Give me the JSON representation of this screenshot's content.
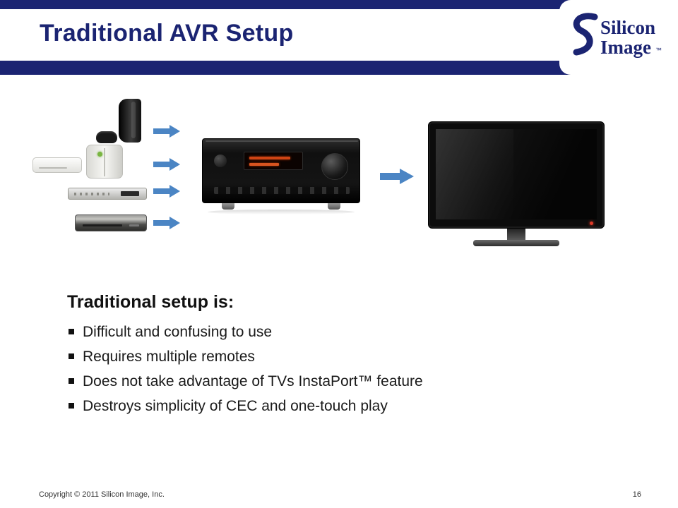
{
  "slide": {
    "title": "Traditional AVR Setup",
    "page_number": "16",
    "footer": "Copyright ©  2011 Silicon Image, Inc."
  },
  "logo": {
    "line1": "Silicon",
    "line2": "Image",
    "trademark": "™"
  },
  "content": {
    "heading": "Traditional setup is:",
    "bullets": [
      "Difficult and confusing to use",
      "Requires multiple remotes",
      "Does not take advantage of TVs InstaPort™ feature",
      "Destroys simplicity of CEC and one-touch play"
    ]
  },
  "diagram": {
    "source_devices": [
      "PlayStation 3 console",
      "Apple set-top box",
      "Xbox 360 console",
      "Cable/satellite receiver",
      "DVD player"
    ],
    "hub_device": "AV receiver",
    "output_device": "Flat-screen TV",
    "arrow_color": "#4b85c4"
  },
  "colors": {
    "header_navy": "#1b2472",
    "title_navy": "#1b2472",
    "arrow_blue": "#4b85c4",
    "body_text": "#1a1a1a"
  }
}
